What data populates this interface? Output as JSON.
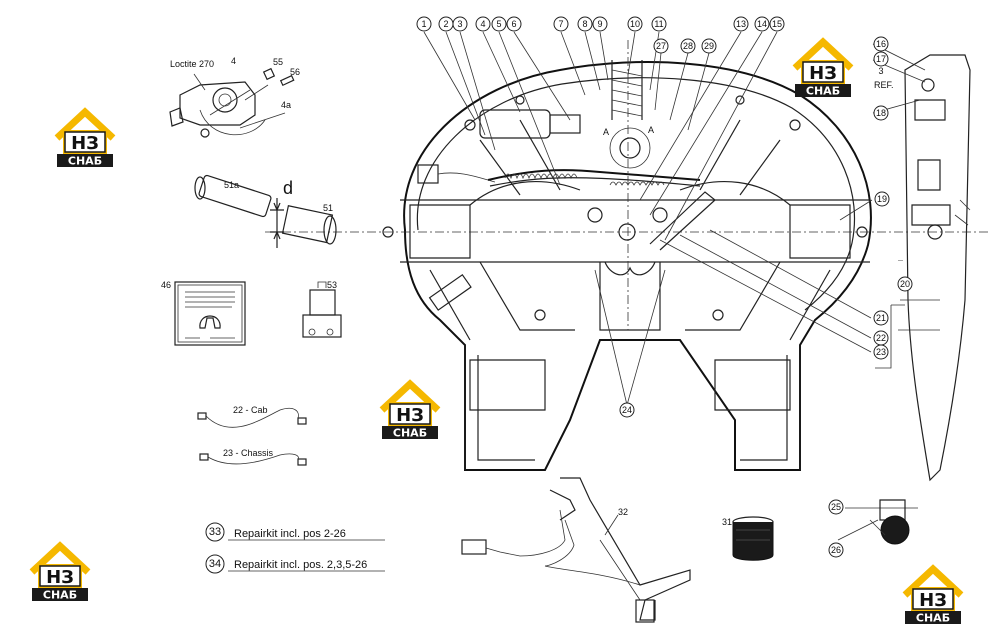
{
  "callouts": [
    "1",
    "2",
    "3",
    "4",
    "5",
    "6",
    "7",
    "8",
    "9",
    "10",
    "11",
    "27",
    "28",
    "29",
    "13",
    "14",
    "15",
    "16",
    "17",
    "3",
    "18",
    "19",
    "20",
    "21",
    "22",
    "23",
    "24",
    "25",
    "26",
    "51",
    "53",
    "46",
    "31",
    "32",
    "33",
    "34"
  ],
  "labels": {
    "loctite": "Loctite 270",
    "part4": "4",
    "part55": "55",
    "part56": "56",
    "part4a": "4a",
    "part51a": "51a",
    "dim_d": "d",
    "cab": "22 - Cab",
    "chassis": "23 - Chassis",
    "ref": "REF.",
    "a1": "A",
    "a2": "A",
    "repair33": "Repairkit incl. pos  2-26",
    "repair34": "Repairkit incl. pos. 2,3,5-26"
  },
  "logo": {
    "letters": "НЗ",
    "sub": "СНАБ",
    "accent": "#f5b800",
    "dark": "#1a1a1a"
  },
  "icons": [
    "air-hose-icon",
    "solenoid-valve-icon",
    "warning-label-icon",
    "rubber-buffer-icon"
  ]
}
